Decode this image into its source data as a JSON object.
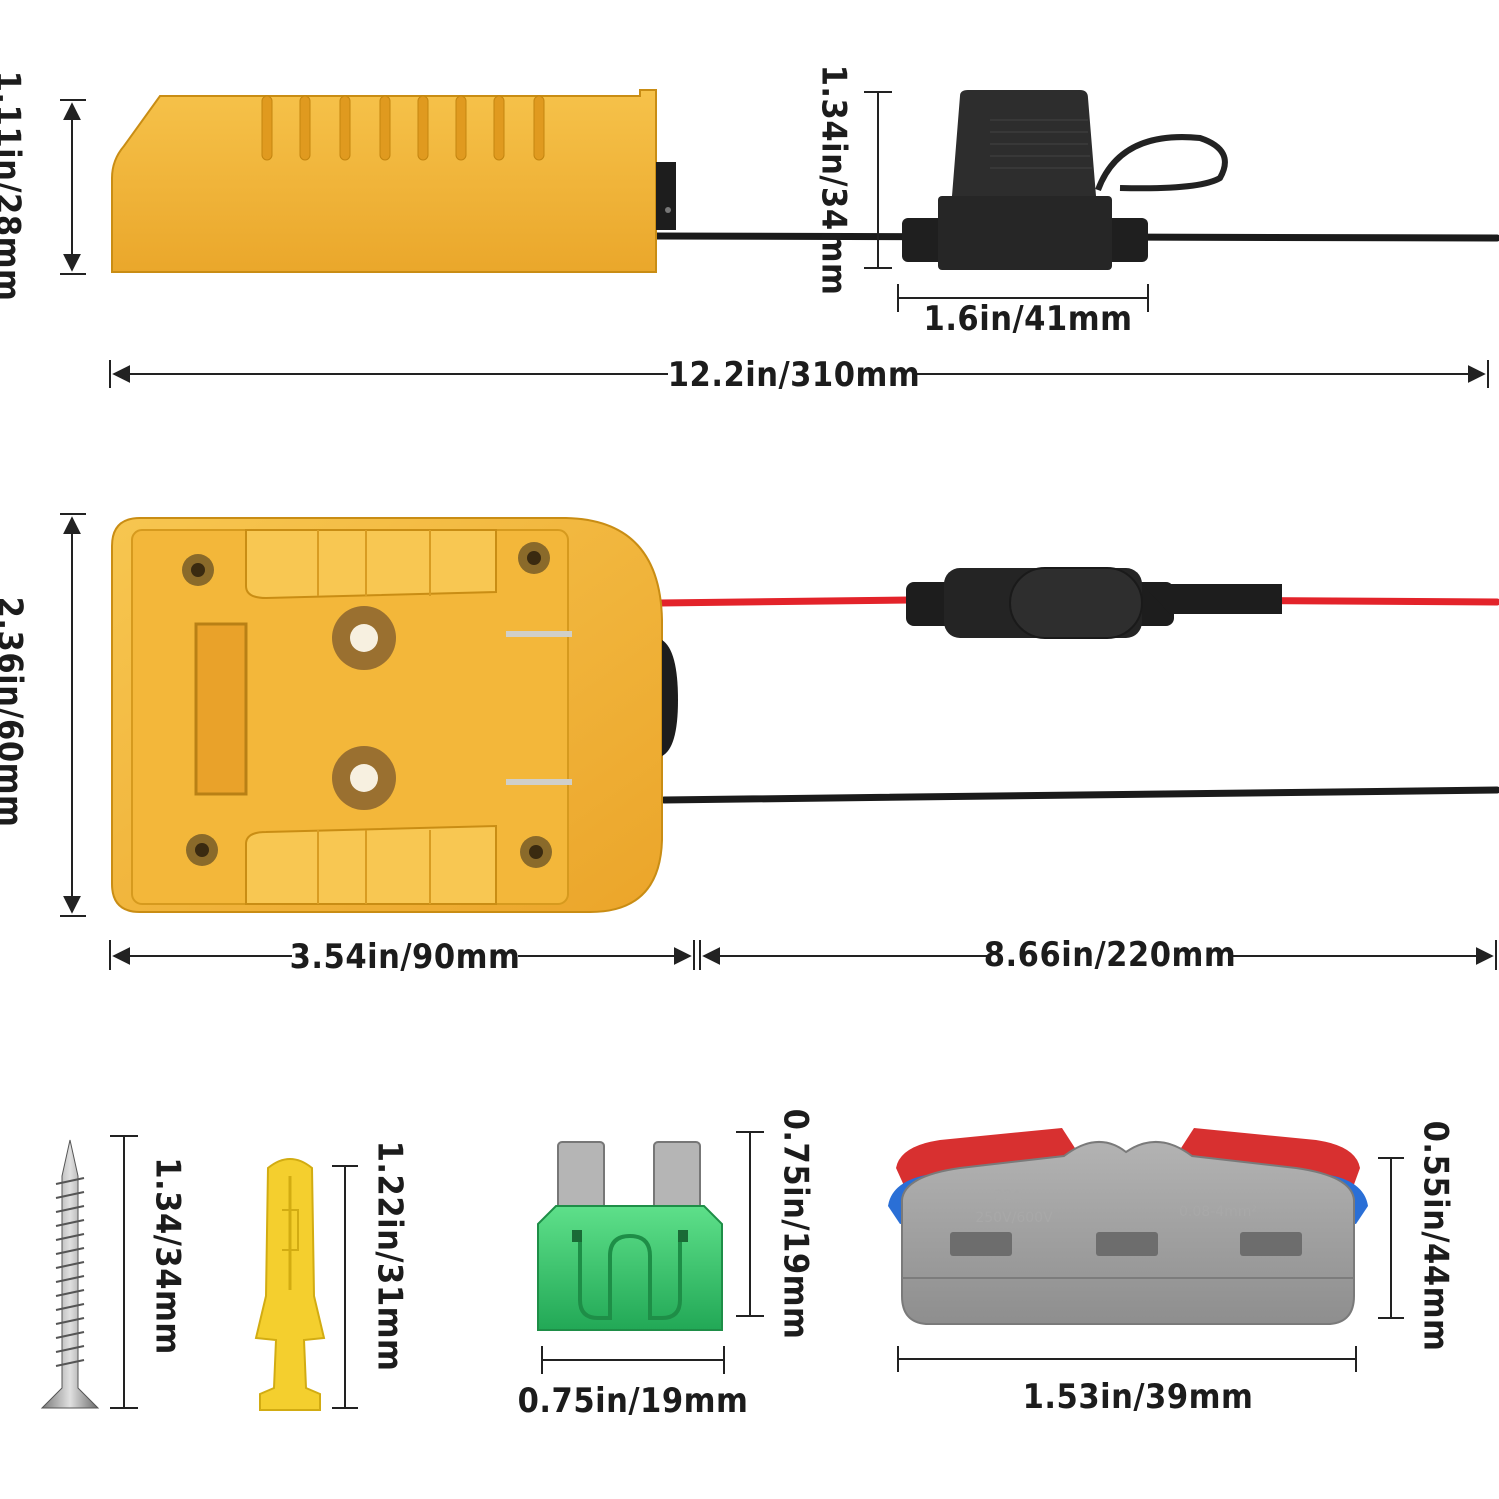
{
  "dimensions": {
    "top_height": "1.11in/28mm",
    "fuse_holder_height": "1.34in/34mm",
    "fuse_holder_width": "1.6in/41mm",
    "total_length": "12.2in/310mm",
    "adapter_height": "2.36in/60mm",
    "adapter_width": "3.54in/90mm",
    "cable_length": "8.66in/220mm",
    "screw_length": "1.34/34mm",
    "anchor_length": "1.22in/31mm",
    "fuse_height": "0.75in/19mm",
    "fuse_width": "0.75in/19mm",
    "connector_height": "0.55in/44mm",
    "connector_width": "1.53in/39mm"
  },
  "connector_print": {
    "rating_amps": "32A",
    "rating_volts": "250V/600V",
    "wire_range": "0.08-4mm²"
  },
  "colors": {
    "adapter_yellow": "#f2b632",
    "adapter_shadow": "#d99a1a",
    "cable_red": "#e3232a",
    "cable_black": "#1b1b1b",
    "fuse_green": "#36c36a",
    "connector_grey": "#9a9a9a"
  }
}
